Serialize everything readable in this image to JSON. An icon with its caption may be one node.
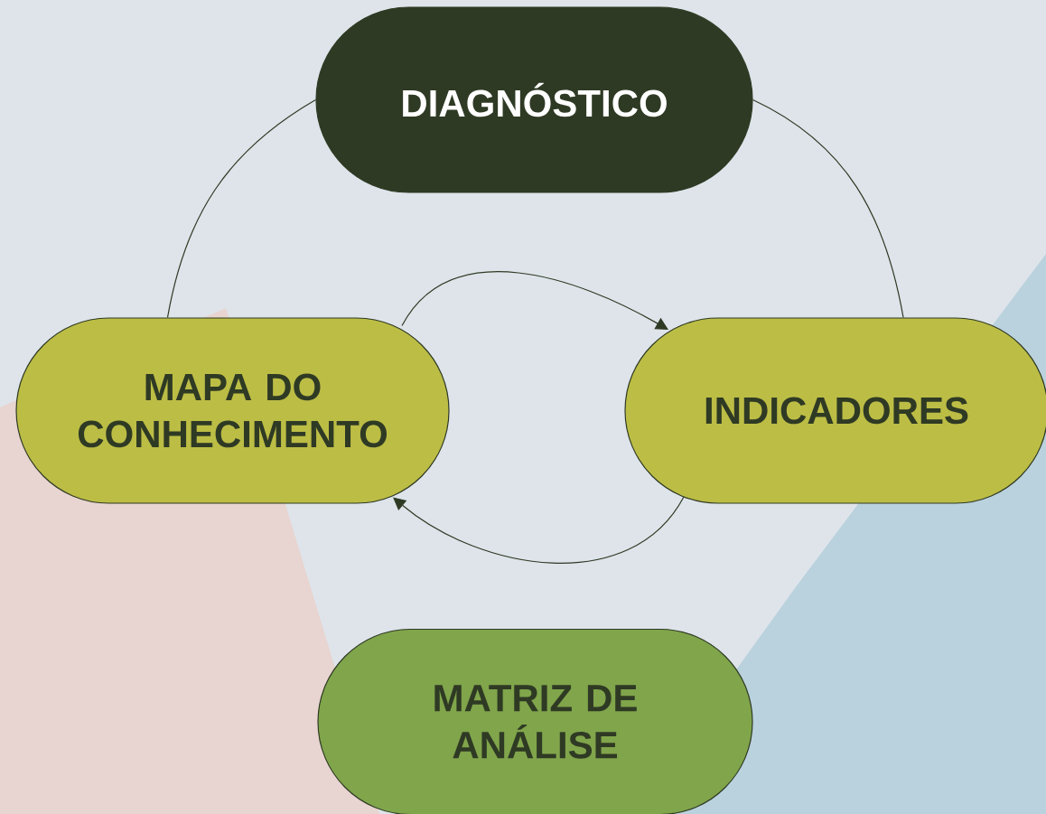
{
  "diagram": {
    "nodes": [
      {
        "text": [
          "DIAGNÓSTICO"
        ]
      },
      {
        "text": [
          "MAPA DO CONHECIMENTO"
        ]
      },
      {
        "text": [
          "INDICADORES"
        ]
      },
      {
        "text": [
          "MATRIZ DE ANÁLISE"
        ]
      }
    ],
    "edges": [
      {
        "from": 1,
        "to": 0,
        "arrow": "none"
      },
      {
        "from": 0,
        "to": 2,
        "arrow": "none"
      },
      {
        "from": 1,
        "to": 2,
        "arrow": "to"
      },
      {
        "from": 2,
        "to": 1,
        "arrow": "to"
      }
    ]
  }
}
